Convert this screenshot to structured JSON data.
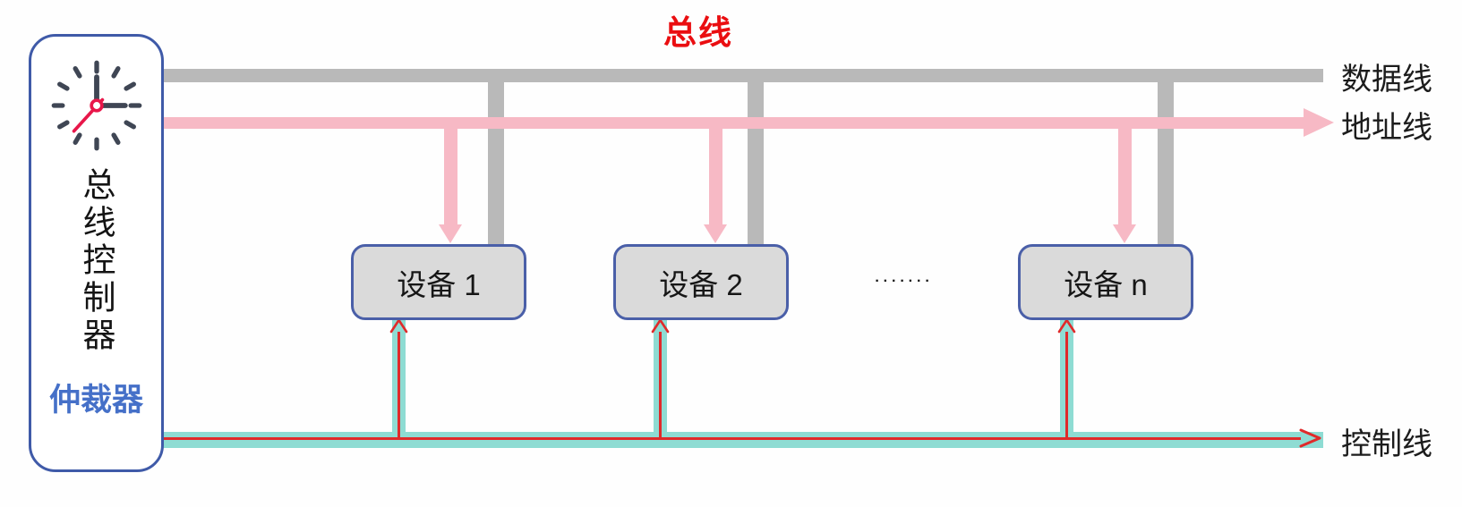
{
  "diagram": {
    "title": "总线",
    "controller": {
      "name": "总线控制器",
      "arbiter": "仲裁器",
      "arbiter_color": "#4570c8",
      "border_color": "#3f5aa8",
      "icon": "clock-icon"
    },
    "lines": {
      "data": {
        "label": "数据线",
        "color": "#b9b9b9"
      },
      "address": {
        "label": "地址线",
        "color": "#f7b9c5"
      },
      "control": {
        "label": "控制线",
        "color": "#8edcd3",
        "arrow_color": "#e02a2a"
      }
    },
    "devices": [
      {
        "label": "设备 1"
      },
      {
        "label": "设备 2"
      },
      {
        "label": "设备 n"
      }
    ],
    "ellipsis": "·······",
    "colors": {
      "title_red": "#ea0e11",
      "device_fill": "#dadada",
      "device_border": "#4a5fa8"
    }
  }
}
